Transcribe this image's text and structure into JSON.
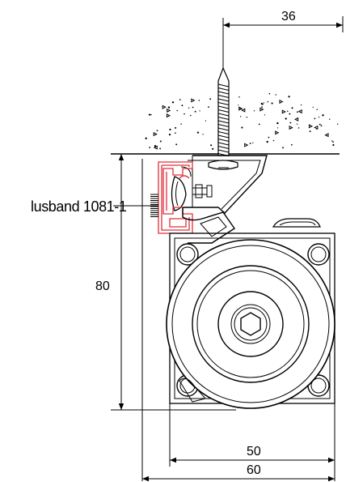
{
  "drawing": {
    "callout_label": "lusband 1081-1",
    "dimensions": {
      "top_offset": "36",
      "height": "80",
      "inner_width": "50",
      "outer_width": "60"
    },
    "colors": {
      "line": "#000000",
      "profile_highlight": "#e0303a",
      "background": "#ffffff"
    }
  }
}
